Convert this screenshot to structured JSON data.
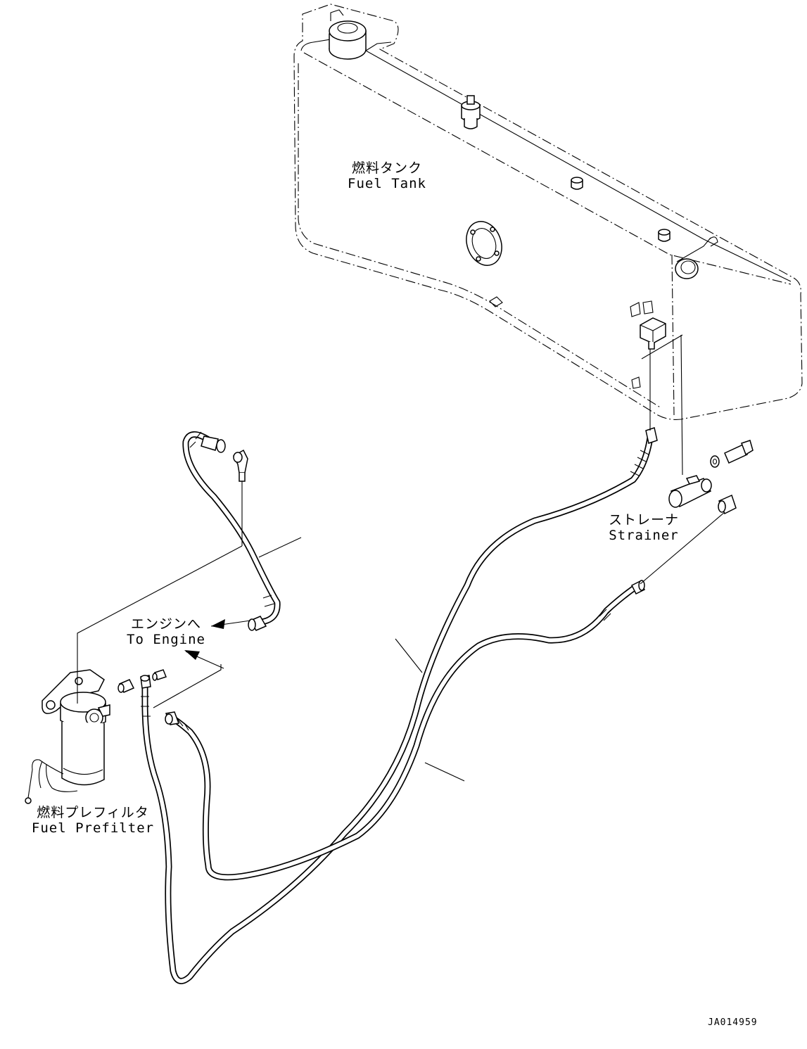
{
  "labels": {
    "fuel_tank": {
      "jp": "燃料タンク",
      "en": "Fuel Tank"
    },
    "strainer": {
      "jp": "ストレーナ",
      "en": "Strainer"
    },
    "to_engine": {
      "jp": "エンジンへ",
      "en": "To Engine"
    },
    "fuel_prefilter": {
      "jp": "燃料プレフィルタ",
      "en": "Fuel Prefilter"
    }
  },
  "drawing_code": "JA014959"
}
